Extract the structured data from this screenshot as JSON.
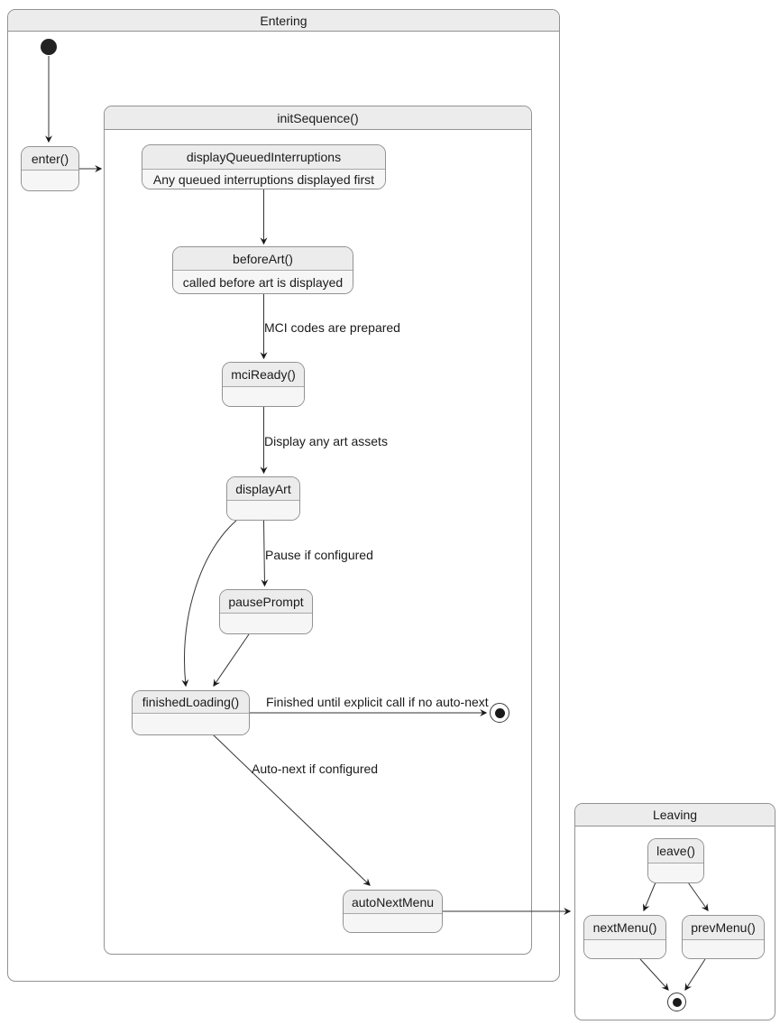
{
  "diagram_type": "uml-state-diagram",
  "containers": {
    "entering": {
      "title": "Entering"
    },
    "init_sequence": {
      "title": "initSequence()"
    },
    "leaving": {
      "title": "Leaving"
    }
  },
  "states": {
    "enter": {
      "label": "enter()",
      "description": ""
    },
    "display_queued_interruptions": {
      "label": "displayQueuedInterruptions",
      "description": "Any queued interruptions displayed first"
    },
    "before_art": {
      "label": "beforeArt()",
      "description": "called before art is displayed"
    },
    "mci_ready": {
      "label": "mciReady()",
      "description": ""
    },
    "display_art": {
      "label": "displayArt",
      "description": ""
    },
    "pause_prompt": {
      "label": "pausePrompt",
      "description": ""
    },
    "finished_loading": {
      "label": "finishedLoading()",
      "description": ""
    },
    "auto_next_menu": {
      "label": "autoNextMenu",
      "description": ""
    },
    "leave": {
      "label": "leave()",
      "description": ""
    },
    "next_menu": {
      "label": "nextMenu()",
      "description": ""
    },
    "prev_menu": {
      "label": "prevMenu()",
      "description": ""
    }
  },
  "edge_labels": {
    "mci_prepared": "MCI codes are prepared",
    "display_art_assets": "Display any art assets",
    "pause_if_configured": "Pause if configured",
    "finished_until": "Finished until explicit call if no auto-next",
    "auto_next": "Auto-next if configured"
  },
  "colors": {
    "state_title_fill": "#ececec",
    "state_body_fill": "#f6f6f6",
    "container_header_fill": "#ececec",
    "border": "#929292",
    "edge_line": "#333333",
    "arrowhead": "#1a1a1a",
    "text": "#1a1a1a",
    "background": "#ffffff"
  }
}
